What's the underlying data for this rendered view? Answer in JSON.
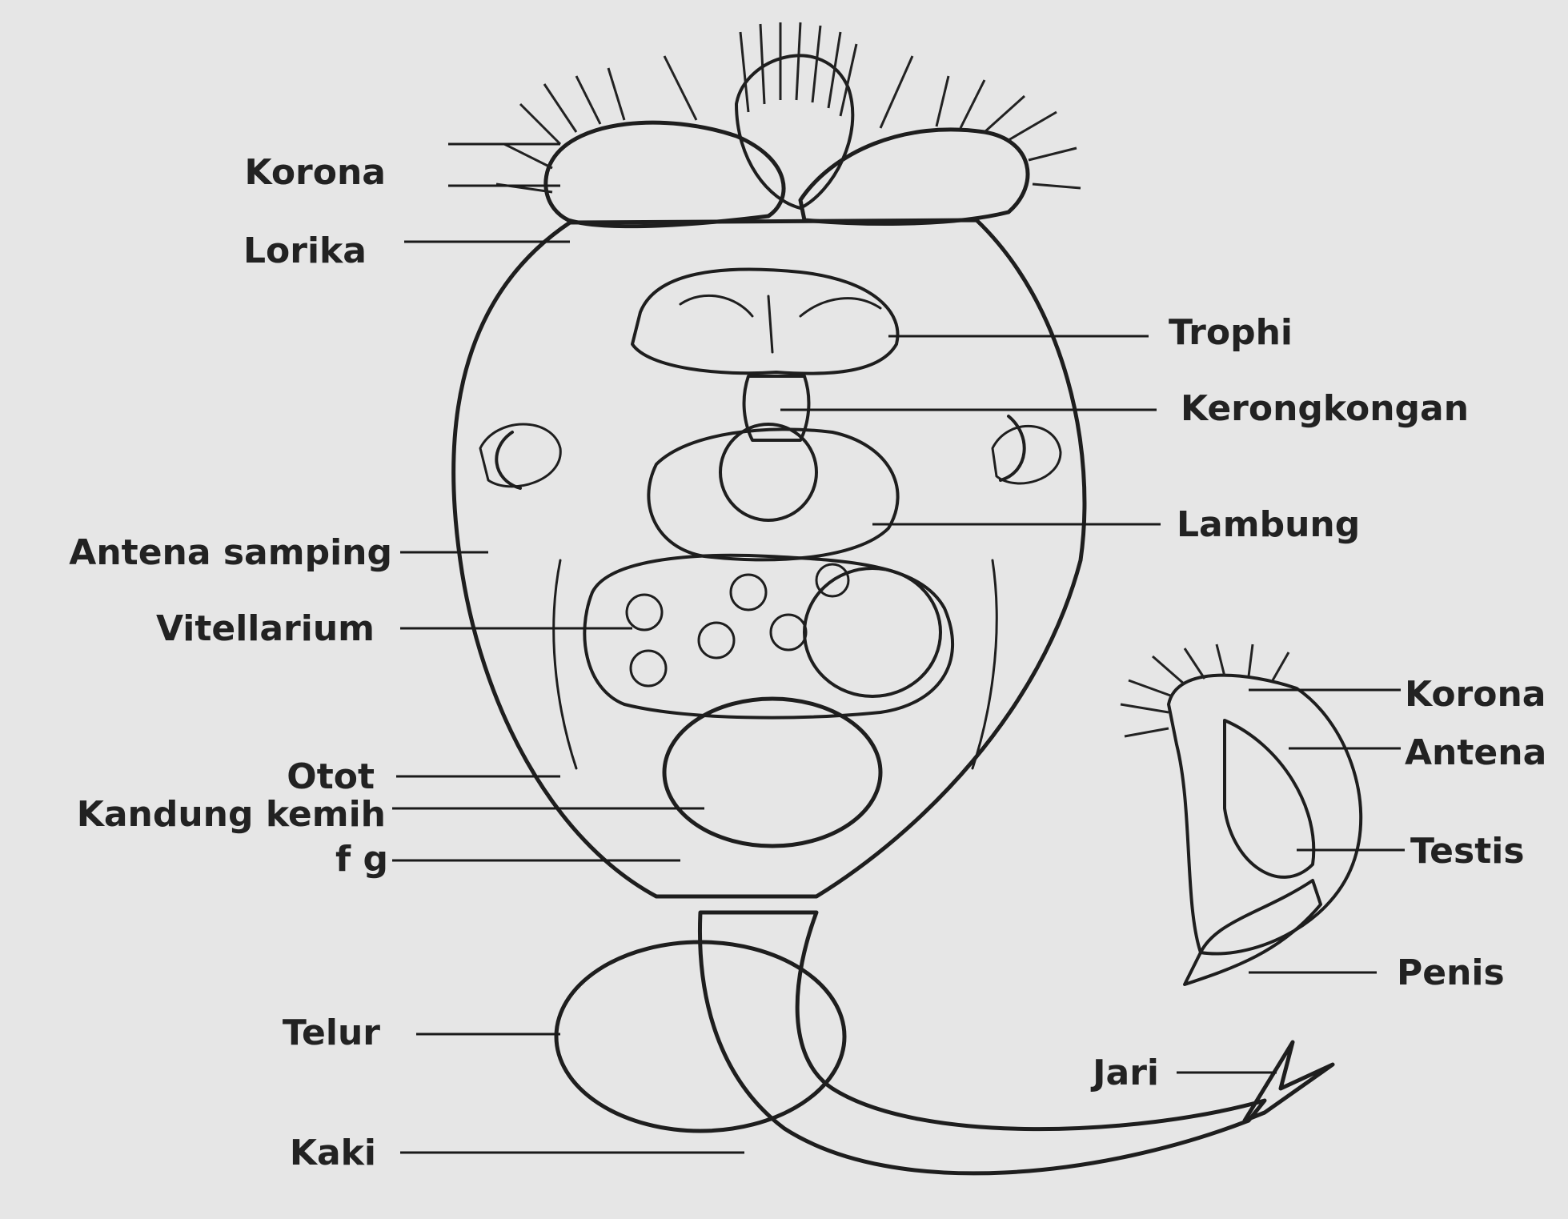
{
  "figure": {
    "main_labels": {
      "korona": "Korona",
      "lorika": "Lorika",
      "antena_samping": "Antena samping",
      "vitellarium": "Vitellarium",
      "otot": "Otot",
      "kandung_kemih": "Kandung kemih",
      "fg": "f g",
      "telur": "Telur",
      "kaki": "Kaki",
      "trophi": "Trophi",
      "kerongkongan": "Kerongkongan",
      "lambung": "Lambung",
      "jari": "Jari"
    },
    "male_labels": {
      "korona": "Korona",
      "antena": "Antena",
      "testis": "Testis",
      "penis": "Penis"
    }
  },
  "colors": {
    "background": "#e6e6e6",
    "ink": "#1e1e1e",
    "label": "#222222"
  }
}
